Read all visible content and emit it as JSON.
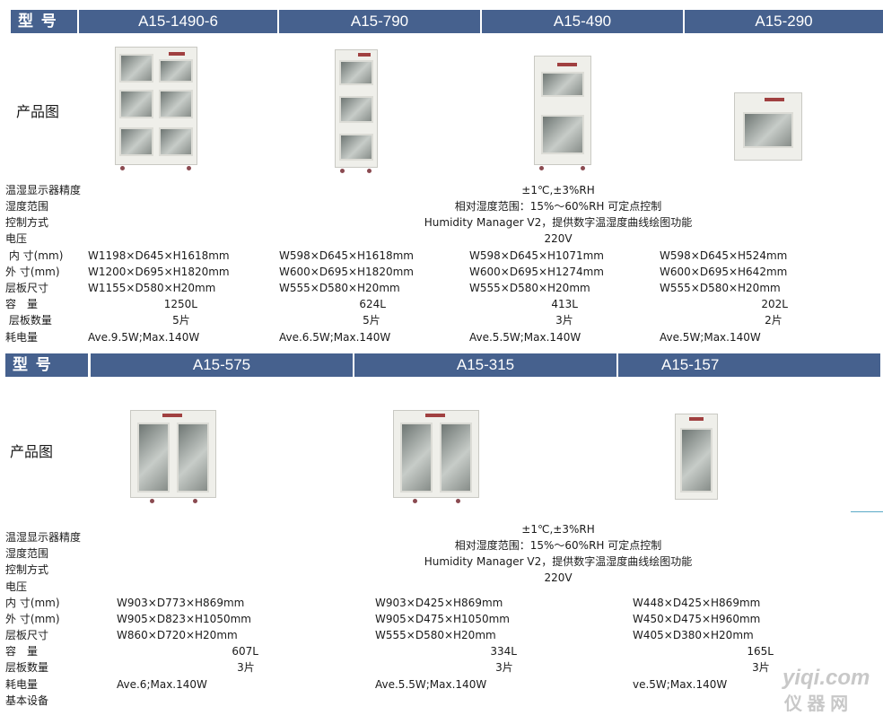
{
  "colors": {
    "header_bg": "#46618e",
    "header_text": "#ffffff",
    "body_text": "#1a1a1a"
  },
  "top": {
    "model_label": "型 号",
    "models": [
      "A15-1490-6",
      "A15-790",
      "A15-490",
      "A15-290"
    ],
    "image_label": "产品图",
    "row_labels": [
      "温湿显示器精度",
      "湿度范围",
      "控制方式",
      "电压",
      " 内 寸(mm)",
      "外 寸(mm)",
      "层板尺寸",
      "容　量",
      " 层板数量",
      "耗电量"
    ],
    "shared": {
      "accuracy": "±1℃,±3%RH",
      "humidity": "相对湿度范围：15%～60%RH 可定点控制",
      "control": "Humidity Manager V2，提供数字温湿度曲线绘图功能",
      "voltage": "220V"
    },
    "inner": [
      "W1198×D645×H1618mm",
      "W598×D645×H1618mm",
      "W598×D645×H1071mm",
      "W598×D645×H524mm"
    ],
    "outer": [
      "W1200×D695×H1820mm",
      "W600×D695×H1820mm",
      "W600×D695×H1274mm",
      "W600×D695×H642mm"
    ],
    "shelf_size": [
      "W1155×D580×H20mm",
      "W555×D580×H20mm",
      "W555×D580×H20mm",
      "W555×D580×H20mm"
    ],
    "capacity": [
      "1250L",
      "624L",
      "413L",
      "202L"
    ],
    "shelves": [
      "5片",
      "5片",
      "3片",
      "2片"
    ],
    "power": [
      "Ave.9.5W;Max.140W",
      "Ave.6.5W;Max.140W",
      "Ave.5.5W;Max.140W",
      "Ave.5W;Max.140W"
    ]
  },
  "bottom": {
    "model_label": "型 号",
    "models": [
      "A15-575",
      "A15-315",
      "A15-157"
    ],
    "image_label": "产品图",
    "row_labels": [
      "温湿显示器精度",
      "湿度范围",
      "控制方式",
      "电压",
      "内 寸(mm)",
      "外 寸(mm)",
      "层板尺寸",
      "容　量",
      "层板数量",
      "耗电量",
      "基本设备"
    ],
    "shared": {
      "accuracy": "±1℃,±3%RH",
      "humidity": "相对湿度范围：15%～60%RH 可定点控制",
      "control": "Humidity Manager V2，提供数字温湿度曲线绘图功能",
      "voltage": "220V"
    },
    "inner": [
      "W903×D773×H869mm",
      "W903×D425×H869mm",
      "W448×D425×H869mm"
    ],
    "outer": [
      "W905×D823×H1050mm",
      "W905×D475×H1050mm",
      "W450×D475×H960mm"
    ],
    "shelf_size": [
      "W860×D720×H20mm",
      "W555×D580×H20mm",
      "W405×D380×H20mm"
    ],
    "capacity": [
      "607L",
      "334L",
      "165L"
    ],
    "shelves": [
      "3片",
      "3片",
      "3片"
    ],
    "power": [
      "Ave.6;Max.140W",
      "Ave.5.5W;Max.140W",
      "ve.5W;Max.140W"
    ]
  },
  "watermark": {
    "line1": "yiqi.com",
    "line2": "仪 器 网"
  }
}
